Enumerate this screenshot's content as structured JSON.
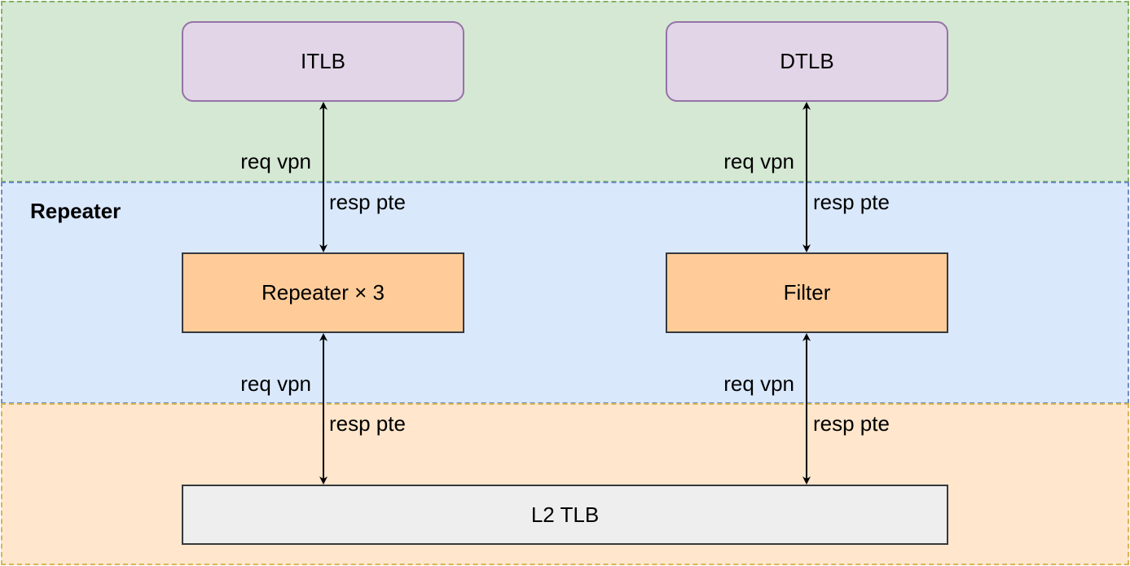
{
  "colors": {
    "top_region_fill": "#d5e8d4",
    "top_region_border": "#82b366",
    "mid_region_fill": "#dae8fc",
    "mid_region_border": "#6c8ebf",
    "bot_region_fill": "#ffe6cc",
    "bot_region_border": "#d6b656",
    "tlb_fill": "#e1d5e7",
    "tlb_border": "#9673a6",
    "middle_box_fill": "#ffcc99",
    "middle_box_border": "#36393d",
    "l2_fill": "#eeeeee",
    "l2_border": "#36393d"
  },
  "regions": {
    "middle_title": "Repeater"
  },
  "boxes": {
    "itlb": "ITLB",
    "dtlb": "DTLB",
    "repeater": "Repeater × 3",
    "filter": "Filter",
    "l2tlb": "L2 TLB"
  },
  "edges": {
    "itlb_repeater": {
      "req": "req vpn",
      "resp": "resp pte"
    },
    "dtlb_filter": {
      "req": "req vpn",
      "resp": "resp pte"
    },
    "repeater_l2": {
      "req": "req vpn",
      "resp": "resp pte"
    },
    "filter_l2": {
      "req": "req vpn",
      "resp": "resp pte"
    }
  }
}
